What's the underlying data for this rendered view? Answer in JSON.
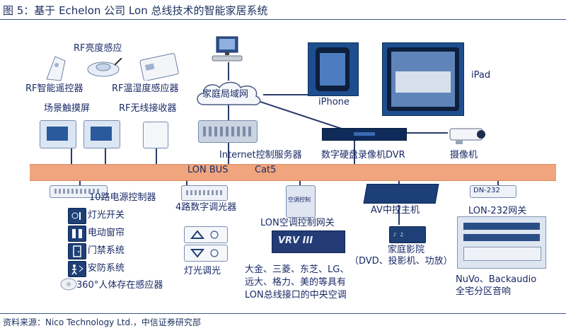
{
  "title": "图 5：基于 Echelon 公司 Lon 总线技术的智能家居系统",
  "footer": "资料来源：Nico Technology Ltd.，中信证券研究部",
  "bus": {
    "lon": "LON BUS",
    "cat5": "Cat5",
    "color": "#f0a57e"
  },
  "top_devices": {
    "rf_light_sensor": "RF亮度感应",
    "rf_remote": "RF智能遥控器",
    "rf_temp_humidity": "RF温湿度感应器",
    "scene_touchscreen": "场景触摸屏",
    "rf_receiver": "RF无线接收器",
    "home_lan": "家庭局域网",
    "iphone": "iPhone",
    "ipad": "iPad",
    "internet_server": "Internet控制服务器",
    "dvr": "数字硬盘录像机DVR",
    "camera": "摄像机"
  },
  "bottom_devices": {
    "power_controller": "10路电源控制器",
    "light_switch": "灯光开关",
    "curtain": "电动窗帘",
    "access": "门禁系统",
    "security": "安防系统",
    "presence": "360°人体存在感应器",
    "dimmer4": "4路数字调光器",
    "dimming": "灯光调光",
    "ac_gateway": "LON空调控制网关",
    "ac_brands": [
      "大金、三菱、东芝、LG、",
      "远大、格力、美的等具有",
      "LON总线接口的中央空调"
    ],
    "av_host": "AV中控主机",
    "home_theater": "家庭影院",
    "theater_sub": "（DVD、投影机、功放）",
    "lon232": "LON-232网关",
    "audio": [
      "NuVo、Backaudio",
      "全宅分区音响"
    ]
  },
  "device_text": {
    "vrv": "VRV III",
    "lon232_tag": "DN-232",
    "ac_tag": "空调控制"
  }
}
